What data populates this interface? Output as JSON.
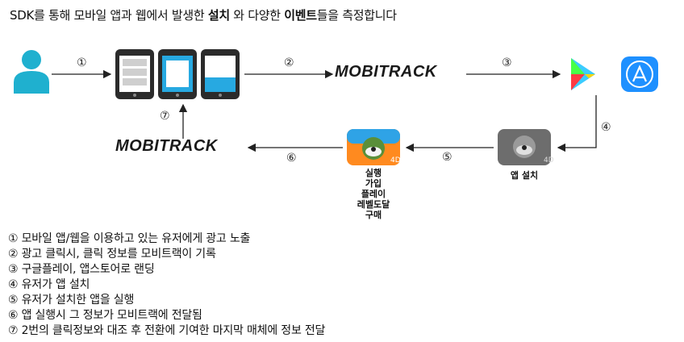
{
  "title": {
    "part1": "SDK를 통해 모바일 앱과 웹에서 발생한 ",
    "bold1": "설치",
    "part2": " 와 다양한 ",
    "bold2": "이벤트",
    "part3": "들을 측정합니다"
  },
  "markers": {
    "m1": "①",
    "m2": "②",
    "m3": "③",
    "m4": "④",
    "m5": "⑤",
    "m6": "⑥",
    "m7": "⑦"
  },
  "logo_text": "MOBITRACK",
  "app_event_labels": [
    "실행",
    "가입",
    "플레이",
    "레벨도달",
    "구매"
  ],
  "install_label": "앱 설치",
  "steps": [
    "① 모바일 앱/웹을 이용하고 있는 유저에게 광고 노출",
    "② 광고 클릭시, 클릭 정보를 모비트랙이 기록",
    "③ 구글플레이, 앱스토어로 랜딩",
    "④ 유저가 앱 설치",
    "⑤ 유저가 설치한 앱을 실행",
    "⑥ 앱 실행시 그 정보가 모비트랙에 전달됨",
    "⑦ 2번의 클릭정보와 대조 후 전환에 기여한 마지막 매체에 정보 전달"
  ],
  "colors": {
    "user": "#1fb0cf",
    "phone_screen_blue": "#27a9e1",
    "appstore": "#1e90ff",
    "arrow": "#222222"
  },
  "icons": [
    "user-icon",
    "phone-icon",
    "google-play-icon",
    "app-store-icon",
    "app-icon"
  ]
}
